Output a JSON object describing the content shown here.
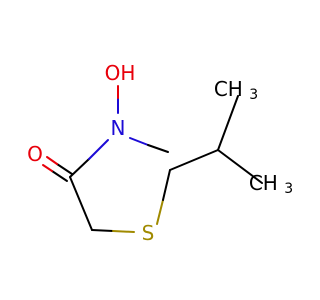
{
  "molecule": {
    "atoms": {
      "hydroxyl": "OH",
      "carbonyl_oxygen": "O",
      "nitrogen": "N",
      "sulfur": "S",
      "methyl_top_main": "CH",
      "methyl_top_sub": "3",
      "methyl_bottom_main": "CH",
      "methyl_bottom_sub": "3"
    },
    "colors": {
      "bond": "#000000",
      "oxygen": "#e8000b",
      "nitrogen": "#1c0bd6",
      "sulfur": "#a08a00",
      "carbon": "#000000"
    }
  }
}
